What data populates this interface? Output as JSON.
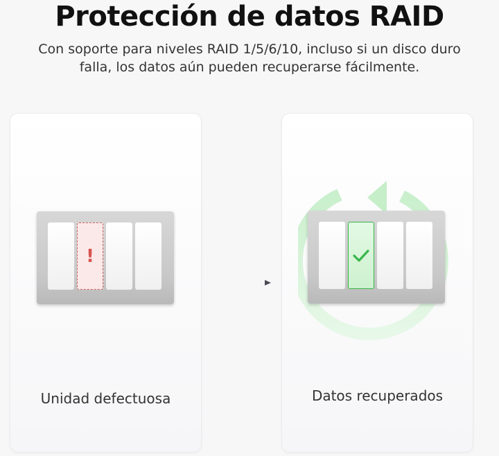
{
  "header": {
    "title": "Protección de datos RAID",
    "subtitle_line1": "Con soporte para niveles RAID 1/5/6/10, incluso si un disco duro",
    "subtitle_line2": "falla, los datos aún pueden recuperarse fácilmente."
  },
  "left_card": {
    "label": "Unidad defectuosa",
    "failed_mark": "!"
  },
  "right_card": {
    "label": "Datos recuperados"
  },
  "colors": {
    "failed": "#d9534f",
    "recovered": "#38b749",
    "cycle": "#d3f3d6"
  }
}
